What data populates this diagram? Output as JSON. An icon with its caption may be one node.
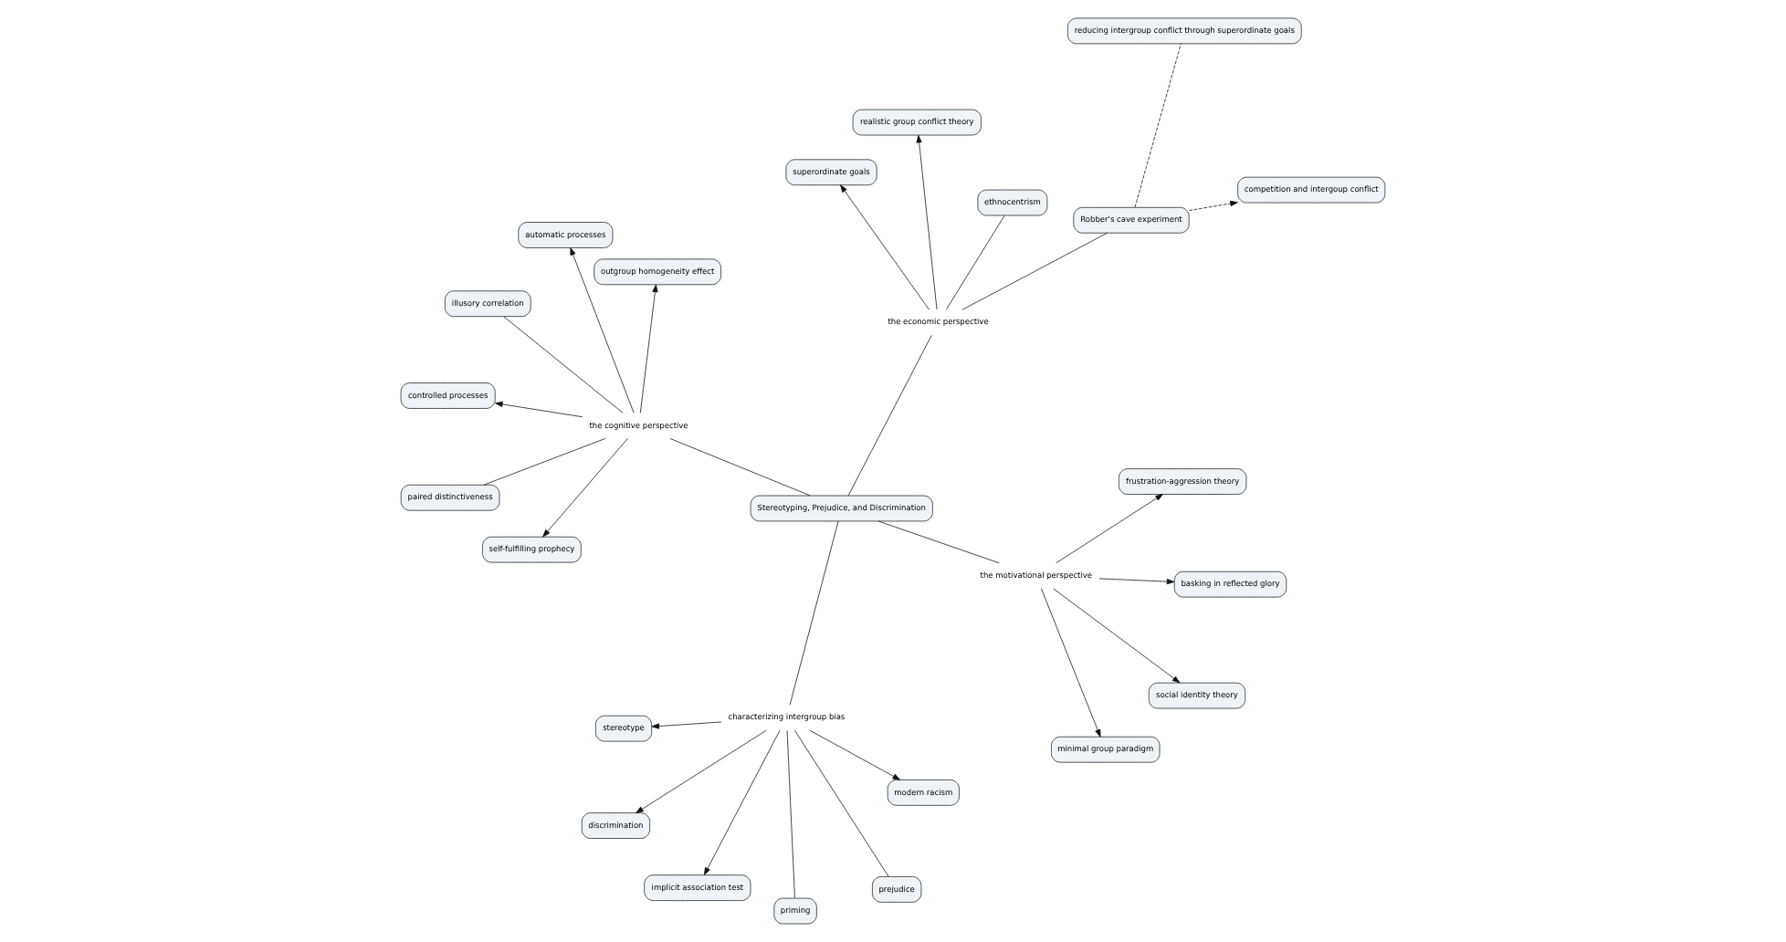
{
  "diagram": {
    "nodes": [
      {
        "text": [
          "Stereotyping, Prejudice, and Discrimination"
        ]
      },
      {
        "text": [
          "characterizing intergroup bias"
        ]
      },
      {
        "text": [
          "the motivational perspective"
        ]
      },
      {
        "text": [
          "the cognitive perspective"
        ]
      },
      {
        "text": [
          "the economic perspective"
        ]
      },
      {
        "text": [
          "stereotype"
        ]
      },
      {
        "text": [
          "discrimination"
        ]
      },
      {
        "text": [
          "modern racism"
        ]
      },
      {
        "text": [
          "implicit association test"
        ]
      },
      {
        "text": [
          "prejudice"
        ]
      },
      {
        "text": [
          "priming"
        ]
      },
      {
        "text": [
          "minimal group paradigm"
        ]
      },
      {
        "text": [
          "social identity theory"
        ]
      },
      {
        "text": [
          "basking in reflected glory"
        ]
      },
      {
        "text": [
          "frustration-aggression theory"
        ]
      },
      {
        "text": [
          "self-fulfilling prophecy"
        ]
      },
      {
        "text": [
          "outgroup homogeneity effect"
        ]
      },
      {
        "text": [
          "automatic processes"
        ]
      },
      {
        "text": [
          "controlled processes"
        ]
      },
      {
        "text": [
          "illusory correlation"
        ]
      },
      {
        "text": [
          "paired distinctiveness"
        ]
      },
      {
        "text": [
          "superordinate goals"
        ]
      },
      {
        "text": [
          "realistic group conflict theory"
        ]
      },
      {
        "text": [
          "ethnocentrism"
        ]
      },
      {
        "text": [
          "Robber's cave experiment"
        ]
      },
      {
        "text": [
          "competition and intergoup conflict"
        ]
      },
      {
        "text": [
          "reducing intergroup conflict through superordinate goals"
        ]
      }
    ],
    "edges": [
      {
        "from": 0,
        "to": 1,
        "arrow": "none"
      },
      {
        "from": 0,
        "to": 2,
        "arrow": "none"
      },
      {
        "from": 0,
        "to": 3,
        "arrow": "none"
      },
      {
        "from": 0,
        "to": 4,
        "arrow": "none"
      },
      {
        "from": 1,
        "to": 5,
        "arrow": "to"
      },
      {
        "from": 1,
        "to": 6,
        "arrow": "to"
      },
      {
        "from": 1,
        "to": 7,
        "arrow": "to"
      },
      {
        "from": 1,
        "to": 8,
        "arrow": "to"
      },
      {
        "from": 1,
        "to": 9,
        "arrow": "none"
      },
      {
        "from": 1,
        "to": 10,
        "arrow": "none"
      },
      {
        "from": 2,
        "to": 11,
        "arrow": "to"
      },
      {
        "from": 2,
        "to": 12,
        "arrow": "to"
      },
      {
        "from": 2,
        "to": 13,
        "arrow": "to"
      },
      {
        "from": 2,
        "to": 14,
        "arrow": "to"
      },
      {
        "from": 3,
        "to": 15,
        "arrow": "to"
      },
      {
        "from": 3,
        "to": 16,
        "arrow": "to"
      },
      {
        "from": 3,
        "to": 17,
        "arrow": "to"
      },
      {
        "from": 3,
        "to": 18,
        "arrow": "to"
      },
      {
        "from": 3,
        "to": 19,
        "arrow": "none"
      },
      {
        "from": 3,
        "to": 20,
        "arrow": "none"
      },
      {
        "from": 4,
        "to": 21,
        "arrow": "to"
      },
      {
        "from": 4,
        "to": 22,
        "arrow": "to"
      },
      {
        "from": 4,
        "to": 23,
        "arrow": "none"
      },
      {
        "from": 4,
        "to": 24,
        "arrow": "none"
      },
      {
        "from": 24,
        "to": 25,
        "arrow": "to",
        "style": "dashed"
      },
      {
        "from": 24,
        "to": 26,
        "arrow": "none",
        "style": "dashed"
      }
    ]
  }
}
